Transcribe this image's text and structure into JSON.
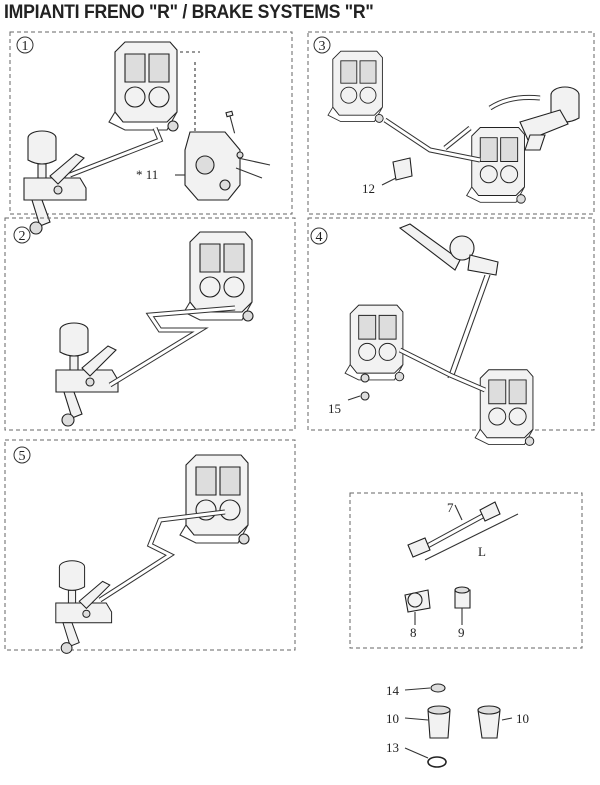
{
  "title": "IMPIANTI FRENO \"R\" / BRAKE SYSTEMS \"R\"",
  "panels": {
    "p1": {
      "number": "1"
    },
    "p2": {
      "number": "2"
    },
    "p3": {
      "number": "3"
    },
    "p4": {
      "number": "4"
    },
    "p5": {
      "number": "5"
    }
  },
  "callouts": {
    "c7": "7",
    "cL": "L",
    "c8": "8",
    "c9": "9",
    "c11": "* 11",
    "c12": "12",
    "c13": "13",
    "c14": "14",
    "c10a": "10",
    "c10b": "10",
    "c15": "15"
  }
}
